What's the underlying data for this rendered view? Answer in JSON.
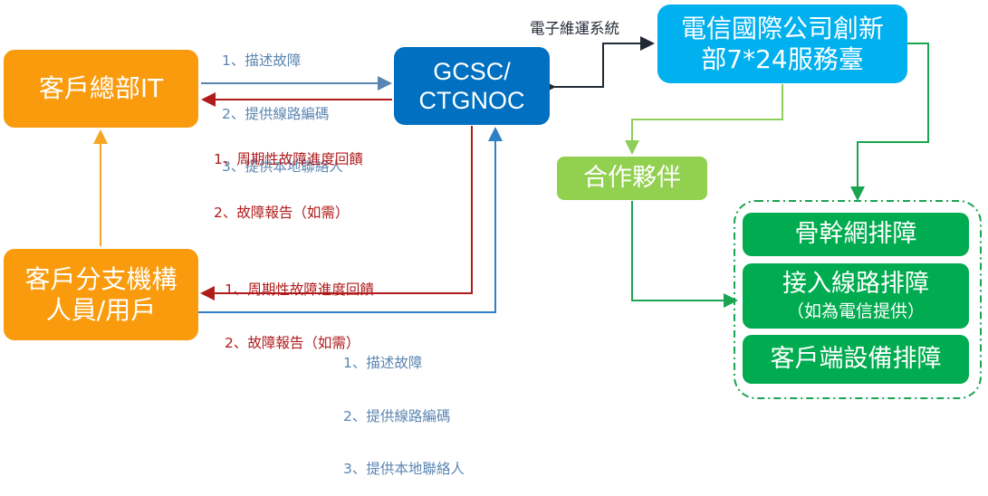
{
  "diagram": {
    "nodes": {
      "customer_hq": {
        "label": "客戶總部IT"
      },
      "customer_branch": {
        "lines": [
          "客戶分支機構",
          "人員/用戶"
        ]
      },
      "gcsc": {
        "lines": [
          "GCSC/",
          "CTGNOC"
        ]
      },
      "ctc_service_desk": {
        "lines": [
          "電信國際公司創新",
          "部7*24服務臺"
        ]
      },
      "partner": {
        "label": "合作夥伴"
      },
      "backbone": {
        "label": "骨幹網排障"
      },
      "access_line": {
        "label": "接入線路排障",
        "sublabel": "（如為電信提供）"
      },
      "cpe": {
        "label": "客戶端設備排障"
      }
    },
    "edge_labels": {
      "request_items": [
        "1、描述故障",
        "2、提供線路編碼",
        "3、提供本地聯絡人"
      ],
      "feedback_items": [
        "1、周期性故障進度回饋",
        "2、故障報告（如需）"
      ],
      "electronic_system": "電子維運系統"
    },
    "colors": {
      "orange": "#f99b0c",
      "gcsc_blue": "#0170c0",
      "ctc_blue": "#00b0ef",
      "partner_green": "#92d050",
      "troubleshoot_green": "#00ac4f",
      "request_arrow": "#5a85b2",
      "feedback_arrow": "#b01c1c",
      "bottom_request_arrow": "#2f7fc6",
      "system_arrow": "#222a35"
    }
  }
}
